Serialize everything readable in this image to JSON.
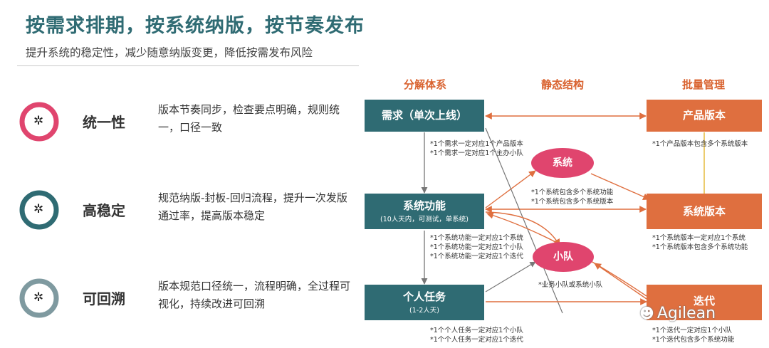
{
  "header": {
    "title": "按需求排期，按系统纳版，按节奏发布",
    "subtitle": "提升系统的稳定性，减少随意纳版变更，降低按需发布风险"
  },
  "features": [
    {
      "name": "统一性",
      "desc": "版本节奏同步，检查要点明确，规则统一，口径一致",
      "icon": "gear-icon",
      "color": "#e0456e"
    },
    {
      "name": "高稳定",
      "desc": "规范纳版-封板-回归流程，提升一次发版通过率，提高版本稳定",
      "icon": "gear-icon",
      "color": "#2f6b73"
    },
    {
      "name": "可回溯",
      "desc": "版本规范口径统一，流程明确，全过程可视化，持续改进可回溯",
      "icon": "gear-icon",
      "color": "#7f9aa0"
    }
  ],
  "diagram": {
    "columns": {
      "decompose": "分解体系",
      "static": "静态结构",
      "batch": "批量管理"
    },
    "nodes": {
      "requirement": {
        "label": "需求（单次上线）"
      },
      "sys_feature": {
        "label": "系统功能",
        "sub": "(10人天内，可测试，单系统)"
      },
      "task": {
        "label": "个人任务",
        "sub": "(1-2人天)"
      },
      "system": {
        "label": "系统"
      },
      "team": {
        "label": "小队"
      },
      "product_version": {
        "label": "产品版本"
      },
      "system_version": {
        "label": "系统版本"
      },
      "iteration": {
        "label": "迭代"
      }
    },
    "notes": {
      "req1": "*1个需求一定对应1个产品版本",
      "req2": "*1个需求一定对应1个主办小队",
      "sys1": "*1个系统包含多个系统功能",
      "sys2": "*1个系统包含多个系统版本",
      "feat1": "*1个系统功能一定对应1个系统",
      "feat2": "*1个系统功能一定对应1个小队",
      "feat3": "*1个系统功能一定对应1个迭代",
      "team1": "*业务小队或系统小队",
      "task1": "*1个个人任务一定对应1个小队",
      "task2": "*1个个人任务一定对应1个迭代",
      "pv1": "*1个产品版本包含多个系统版本",
      "sv1": "*1个系统版本一定对应1个系统",
      "sv2": "*1个系统版本包含多个系统功能",
      "it1": "*1个迭代一定对应1个小队",
      "it2": "*1个迭代包含多个系统功能"
    }
  },
  "watermark": {
    "text": "Agilean"
  }
}
